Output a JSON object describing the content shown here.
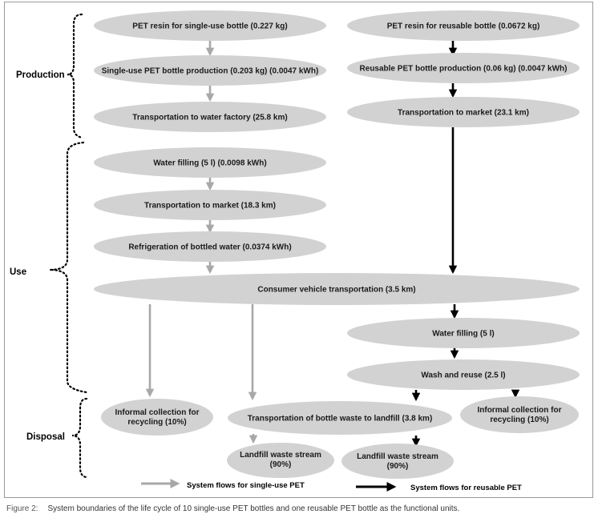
{
  "stages": {
    "production": "Production",
    "use": "Use",
    "disposal": "Disposal"
  },
  "nodes": {
    "resin_single": "PET resin for single-use bottle (0.227 kg)",
    "resin_reusable": "PET resin for reusable bottle (0.0672 kg)",
    "prod_single": "Single-use PET bottle production  (0.203 kg) (0.0047 kWh)",
    "prod_reusable": "Reusable PET bottle production  (0.06 kg) (0.0047 kWh)",
    "transport_factory": "Transportation to water factory  (25.8 km)",
    "transport_market_reusable": "Transportation to market (23.1 km)",
    "water_filling_single": "Water filling (5 l) (0.0098 kWh)",
    "transport_market_single": "Transportation to market (18.3 km)",
    "refrigeration": "Refrigeration of bottled water (0.0374 kWh)",
    "consumer_transport": "Consumer vehicle transportation (3.5 km)",
    "water_filling_reusable": "Water filling (5 l)",
    "wash_reuse": "Wash and reuse (2.5 l)",
    "informal_single": [
      "Informal collection for",
      "recycling (10%)"
    ],
    "transport_landfill": "Transportation of bottle waste to landfill (3.8 km)",
    "informal_reusable": [
      "Informal collection for",
      "recycling (10%)"
    ],
    "landfill_single": [
      "Landfill waste stream",
      "(90%)"
    ],
    "landfill_reusable": [
      "Landfill waste stream",
      "(90%)"
    ]
  },
  "legend": {
    "single_use": "System flows for single-use PET",
    "reusable": "System flows for reusable PET"
  },
  "colors": {
    "single_use_arrow": "#a8a8a8",
    "reusable_arrow": "#000000",
    "node_fill": "#d2d2d2"
  },
  "caption": {
    "label": "Figure 2:",
    "text": "System boundaries of the life cycle of 10 single-use PET bottles and one reusable PET bottle as the functional units."
  }
}
